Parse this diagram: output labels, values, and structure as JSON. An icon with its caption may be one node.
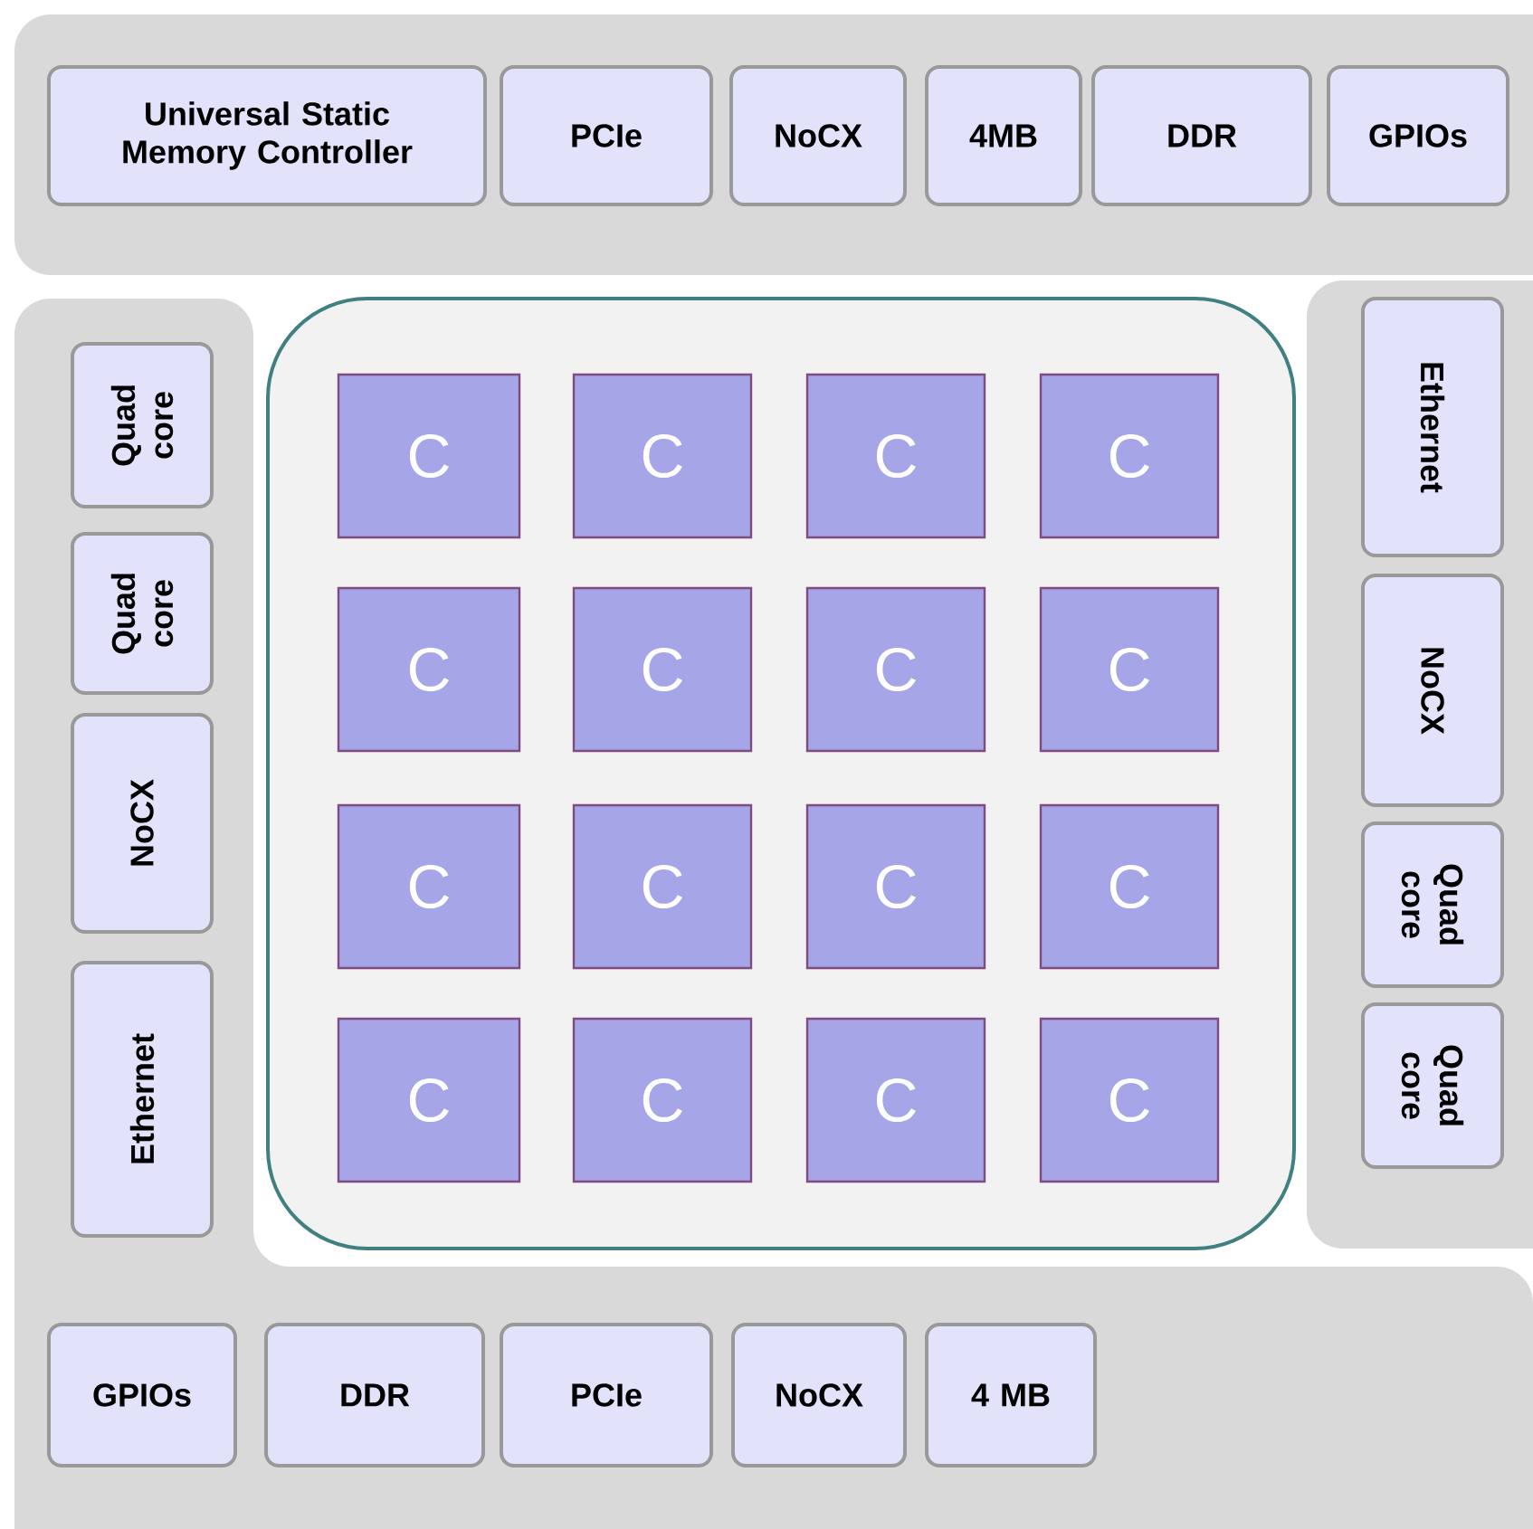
{
  "diagram": {
    "nodes": [
      {
        "text": [],
        "shape": "band"
      },
      {
        "text": [
          "Universal Static Memory Controller"
        ],
        "in": 0
      },
      {
        "text": [
          "PCIe"
        ],
        "in": 0
      },
      {
        "text": [
          "NoCX"
        ],
        "in": 0
      },
      {
        "text": [
          "4MB"
        ],
        "in": 0
      },
      {
        "text": [
          "DDR"
        ],
        "in": 0
      },
      {
        "text": [
          "GPIOs"
        ],
        "in": 0
      },
      {
        "text": [],
        "shape": "band"
      },
      {
        "text": [
          "Quad core"
        ],
        "in": 7
      },
      {
        "text": [
          "Quad core"
        ],
        "in": 7
      },
      {
        "text": [
          "NoCX"
        ],
        "in": 7
      },
      {
        "text": [
          "Ethernet"
        ],
        "in": 7
      },
      {
        "text": [],
        "shape": "box"
      },
      {
        "text": [
          "C"
        ],
        "in": 12
      },
      {
        "text": [
          "C"
        ],
        "in": 12
      },
      {
        "text": [
          "C"
        ],
        "in": 12
      },
      {
        "text": [
          "C"
        ],
        "in": 12
      },
      {
        "text": [
          "C"
        ],
        "in": 12
      },
      {
        "text": [
          "C"
        ],
        "in": 12
      },
      {
        "text": [
          "C"
        ],
        "in": 12
      },
      {
        "text": [
          "C"
        ],
        "in": 12
      },
      {
        "text": [
          "C"
        ],
        "in": 12
      },
      {
        "text": [
          "C"
        ],
        "in": 12
      },
      {
        "text": [
          "C"
        ],
        "in": 12
      },
      {
        "text": [
          "C"
        ],
        "in": 12
      },
      {
        "text": [
          "C"
        ],
        "in": 12
      },
      {
        "text": [
          "C"
        ],
        "in": 12
      },
      {
        "text": [
          "C"
        ],
        "in": 12
      },
      {
        "text": [
          "C"
        ],
        "in": 12
      },
      {
        "text": [],
        "shape": "band"
      },
      {
        "text": [
          "Ethernet"
        ],
        "in": 29
      },
      {
        "text": [
          "NoCX"
        ],
        "in": 29
      },
      {
        "text": [
          "Quad core"
        ],
        "in": 29
      },
      {
        "text": [
          "Quad core"
        ],
        "in": 29
      },
      {
        "text": [
          "GPIOs"
        ],
        "in": 7
      },
      {
        "text": [
          "DDR"
        ],
        "in": 7
      },
      {
        "text": [
          "PCIe"
        ],
        "in": 7
      },
      {
        "text": [
          "NoCX"
        ],
        "in": 7
      },
      {
        "text": [
          "4 MB"
        ],
        "in": 7
      }
    ]
  }
}
